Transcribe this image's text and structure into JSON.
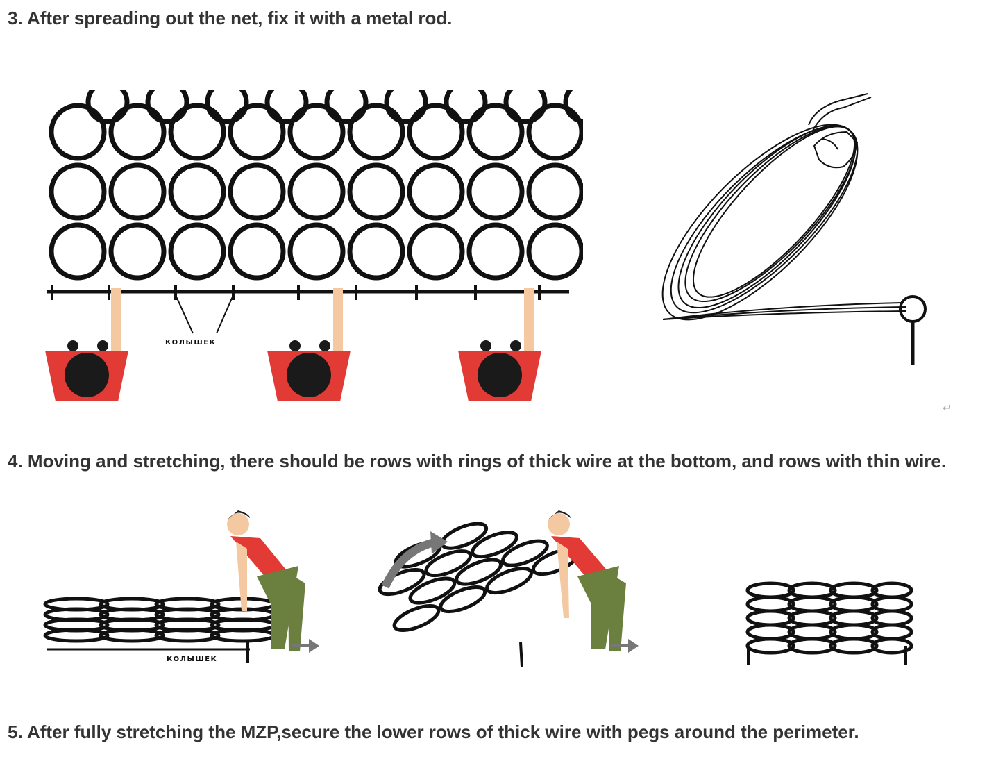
{
  "steps": {
    "step3": "3. After spreading out the net, fix it with a metal rod.",
    "step4": "4. Moving and stretching, there should be rows with rings of thick wire at the bottom, and rows with thin wire.",
    "step5": "5. After fully stretching the MZP,secure the lower rows of thick wire with pegs around the perimeter."
  },
  "figures": {
    "peg_label": "КОЛЫШЕК",
    "return_mark": "↵"
  },
  "colors": {
    "text": "#333333",
    "shirt_red": "#e23b36",
    "hair": "#1a1a1a",
    "skin": "#f4c9a1",
    "pants": "#6b7f3e",
    "arrow_gray": "#777777"
  }
}
